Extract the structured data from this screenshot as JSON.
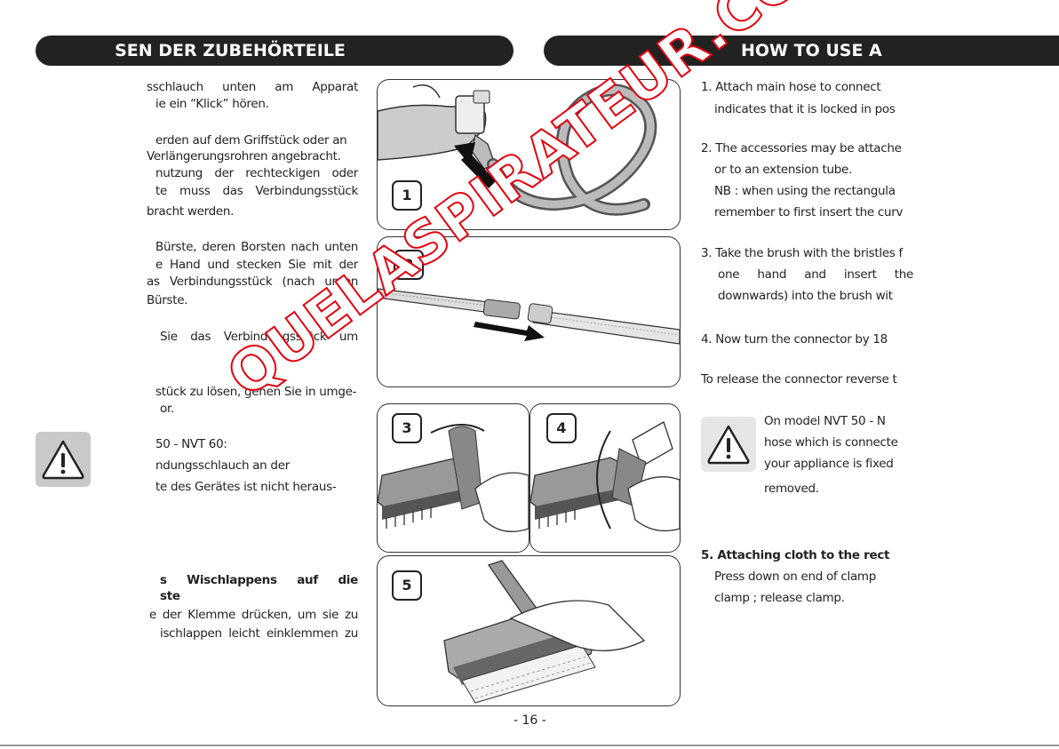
{
  "header": {
    "left_title": "SEN DER ZUBEHÖRTEILE",
    "right_title": "HOW TO USE A"
  },
  "left_text": {
    "p1": [
      "sschlauch unten am Apparat",
      "ie ein “Klick” hören."
    ],
    "p2": [
      "erden auf dem Griffstück oder an",
      "Verlängerungsrohren angebracht.",
      "nutzung der rechteckigen oder",
      "te muss das Verbindungsstück",
      "bracht werden."
    ],
    "p3": [
      "Bürste, deren Borsten nach unten",
      "e Hand und stecken Sie mit der",
      "as Verbindungsstück (nach unten",
      "Bürste."
    ],
    "p4": [
      "Sie das Verbindungsstück um"
    ],
    "p5": [
      "stück zu lösen, gehen Sie in umge-",
      "or."
    ],
    "warning": [
      "50 - NVT 60:",
      "ndungsschlauch an der",
      "te des Gerätes ist nicht heraus-"
    ],
    "p6_heading": [
      "s Wischlappens auf die",
      "ste"
    ],
    "p6": [
      "e der Klemme drücken, um sie zu",
      "ischlappen leicht einklemmen zu"
    ]
  },
  "right_text": {
    "s1": [
      "1. Attach main hose to connect",
      "indicates that it is locked in pos"
    ],
    "s2": [
      "2. The accessories may be attache",
      "or to an extension tube.",
      "NB : when using the rectangula",
      "remember to first insert the curv"
    ],
    "s3": [
      "3.  Take the brush with the bristles f",
      "one hand and insert the",
      "downwards) into the brush wit"
    ],
    "s4": [
      "4.  Now turn the connector by 18"
    ],
    "release": "To release the connector reverse t",
    "warning": [
      "On model NVT 50 - N",
      "hose which is connecte",
      "your appliance is fixed",
      "removed."
    ],
    "s5_heading": "5. Attaching cloth to the rect",
    "s5": [
      "Press down on end of clamp",
      "clamp ; release clamp."
    ]
  },
  "figures": {
    "labels": [
      "1",
      "2",
      "3",
      "4",
      "5"
    ]
  },
  "watermark": "QUELASPIRATEUR.COM",
  "footer": {
    "page_number": "- 16 -"
  }
}
